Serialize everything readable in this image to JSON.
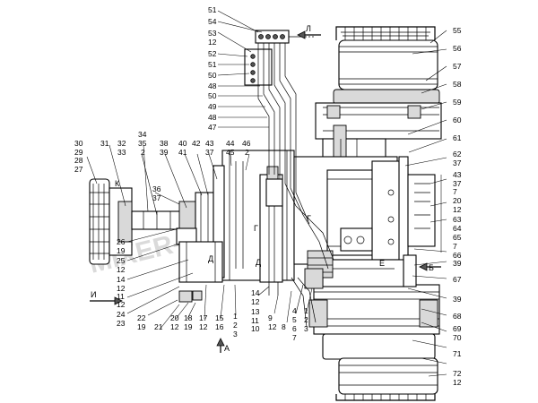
{
  "watermark": "MIXER-PARTS.RU",
  "labels": {
    "col_tl": [
      "51",
      "54",
      "53",
      "12",
      "52",
      "51",
      "50",
      "48",
      "50",
      "49",
      "48",
      "47"
    ],
    "col_r": [
      "55",
      "56",
      "57",
      "58",
      "59",
      "60",
      "61",
      "62",
      "37",
      "43",
      "37",
      "7",
      "20",
      "12",
      "63",
      "64",
      "65",
      "7",
      "66",
      "39",
      "67",
      "39",
      "68",
      "69",
      "70",
      "71",
      "72",
      "12"
    ],
    "row_top": [
      {
        "a": "30",
        "b": "29",
        "c": "28",
        "d": "27"
      },
      {
        "a": "31"
      },
      {
        "a": "32",
        "b": "33"
      },
      {
        "a": "34",
        "b": "35",
        "c": "2"
      },
      {
        "a": "38",
        "b": "39"
      },
      {
        "a": "40",
        "b": "41"
      },
      {
        "a": "42"
      },
      {
        "a": "43",
        "b": "37"
      },
      {
        "a": "44",
        "b": "45"
      },
      {
        "a": "46",
        "b": "2"
      }
    ],
    "col_left": [
      "26",
      "19",
      "25",
      "12",
      "14",
      "12",
      "11",
      "12",
      "24",
      "23"
    ],
    "bottom_groups": [
      [
        "22",
        "19"
      ],
      [
        "21"
      ],
      [
        "20",
        "12"
      ],
      [
        "18",
        "19"
      ],
      [
        "17",
        "12"
      ],
      [
        "15",
        "16"
      ],
      [
        "1",
        "2",
        "3"
      ],
      [
        "14",
        "12",
        "13",
        "11",
        "10"
      ],
      [
        "9",
        "12"
      ],
      [
        "8"
      ],
      [
        "4",
        "5",
        "6",
        "7"
      ],
      [
        "1",
        "2",
        "3"
      ]
    ],
    "mid": [
      "36",
      "37"
    ]
  },
  "letters": {
    "K": "К",
    "L": "Л",
    "I": "И",
    "G1": "Г",
    "G2": "Г",
    "D1": "Д",
    "D2": "Д",
    "E": "Е",
    "B": "Б",
    "A": "А"
  }
}
